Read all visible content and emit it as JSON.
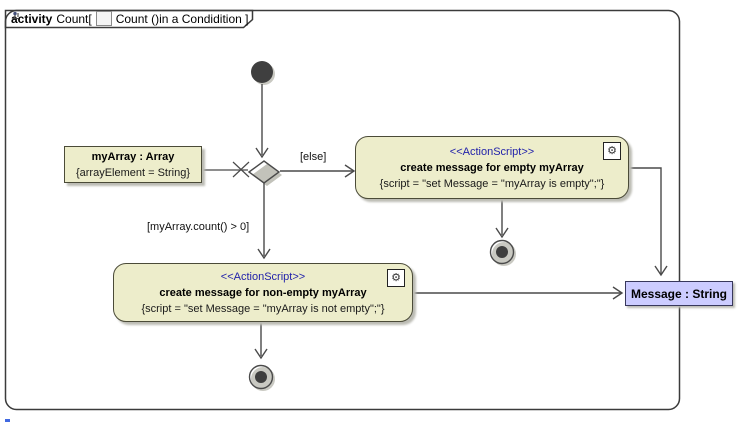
{
  "header": {
    "keyword": "activity",
    "activity_name": "Count[",
    "diagram_title": "Count ()in a Condidition ]"
  },
  "nodes": {
    "myArray": {
      "title": "myArray : Array",
      "constraint": "{arrayElement = String}"
    },
    "action_empty": {
      "stereotype": "<<ActionScript>>",
      "title": "create message for empty myArray",
      "script": "{script = \"set Message = \"myArray is empty\";\"}"
    },
    "action_nonempty": {
      "stereotype": "<<ActionScript>>",
      "title": "create message for non-empty myArray",
      "script": "{script = \"set Message = \"myArray is not empty\";\"}"
    },
    "message": {
      "title": "Message : String"
    }
  },
  "guards": {
    "else_guard": "[else]",
    "count_guard": "[myArray.count() > 0]"
  },
  "icons": {
    "gear": "⚙"
  },
  "colors": {
    "node_fill": "#EDEDCB",
    "node_border": "#4B4B38",
    "stereo": "#2222AA",
    "obj_fill": "#CCCCFF",
    "obj_border": "#38385C",
    "edge": "#4A4A4A",
    "frame": "#3B3B3B",
    "shadow": "#BCBCB4",
    "node_dark": "#3F3F3F"
  }
}
